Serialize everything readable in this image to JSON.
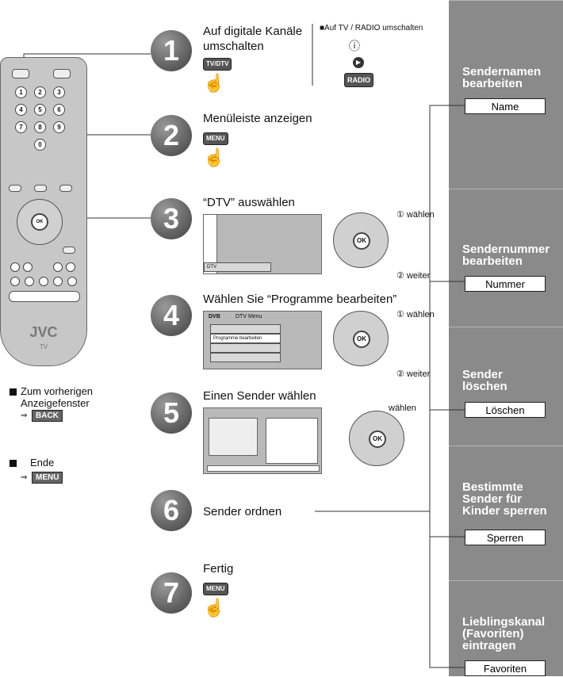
{
  "steps": [
    {
      "num": "1",
      "text": "Auf digitale Kanäle\numschalten",
      "key": "TV/DTV"
    },
    {
      "num": "2",
      "text": "Menüleiste anzeigen",
      "key": "MENU"
    },
    {
      "num": "3",
      "text": "“DTV” auswählen"
    },
    {
      "num": "4",
      "text": "Wählen Sie “Programme bearbeiten”"
    },
    {
      "num": "5",
      "text": "Einen Sender wählen"
    },
    {
      "num": "6",
      "text": "Sender ordnen"
    },
    {
      "num": "7",
      "text": "Fertig",
      "key": "MENU"
    }
  ],
  "radio_note": {
    "text": "■Auf TV / RADIO umschalten",
    "key": "RADIO"
  },
  "pad_labels": {
    "select": "① wählen",
    "next": "② weiter",
    "select5": "wählen",
    "ok": "OK"
  },
  "dtv_menu": {
    "title": "DTV Menu",
    "logo": "DVB",
    "items": [
      "Programme bearbeiten"
    ],
    "selected_label": "DTV"
  },
  "sidebar": [
    {
      "title": "Sendernamen\nbearbeiten",
      "button": "Name"
    },
    {
      "title": "Sendernummer\nbearbeiten",
      "button": "Nummer"
    },
    {
      "title": "Sender\nlöschen",
      "button": "Löschen"
    },
    {
      "title": "Bestimmte\nSender für\nKinder sperren",
      "button": "Sperren"
    },
    {
      "title": "Lieblingskanal\n(Favoriten)\neintragen",
      "button": "Favoriten"
    }
  ],
  "notes": [
    {
      "text": "Zum vorherigen\nAnzeigefenster",
      "key": "BACK"
    },
    {
      "text": "Ende",
      "key": "MENU"
    }
  ],
  "remote": {
    "brand": "JVC",
    "model": "TV",
    "digits": [
      "1",
      "2",
      "3",
      "4",
      "5",
      "6",
      "7",
      "8",
      "9",
      "0"
    ]
  }
}
